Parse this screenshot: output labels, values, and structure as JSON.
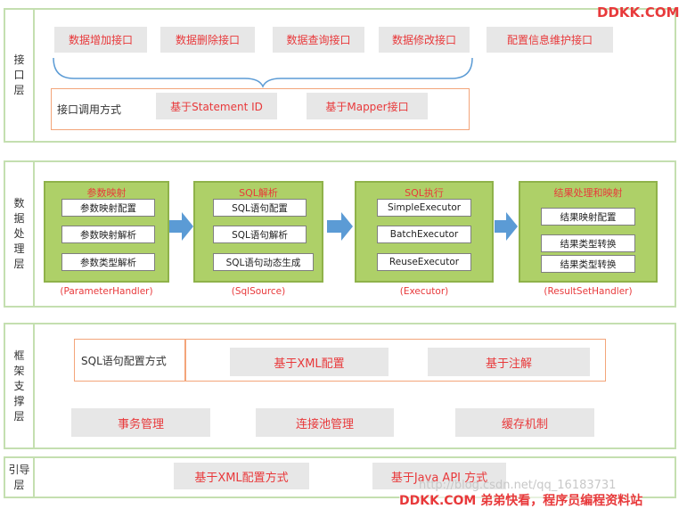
{
  "watermark": {
    "top": "DDKK.COM",
    "bottom": "DDKK.COM 弟弟快看，程序员编程资料站",
    "faint": "http://blog.csdn.net/qq_16183731"
  },
  "interface_layer": {
    "label": [
      "接",
      "口",
      "层"
    ],
    "apis": [
      "数据增加接口",
      "数据删除接口",
      "数据查询接口",
      "数据修改接口",
      "配置信息维护接口"
    ],
    "call_mode_label": "接口调用方式",
    "call_modes": [
      "基于Statement ID",
      "基于Mapper接口"
    ]
  },
  "data_layer": {
    "label": [
      "数",
      "据",
      "处",
      "理",
      "层"
    ],
    "modules": [
      {
        "title": "参数映射",
        "items": [
          "参数映射配置",
          "参数映射解析",
          "参数类型解析"
        ],
        "handler": "(ParameterHandler)"
      },
      {
        "title": "SQL解析",
        "items": [
          "SQL语句配置",
          "SQL语句解析",
          "SQL语句动态生成"
        ],
        "handler": "(SqlSource)"
      },
      {
        "title": "SQL执行",
        "items": [
          "SimpleExecutor",
          "BatchExecutor",
          "ReuseExecutor"
        ],
        "handler": "(Executor)"
      },
      {
        "title": "结果处理和映射",
        "items": [
          "结果映射配置",
          "结果类型转换",
          "结果类型转换"
        ],
        "handler": "(ResultSetHandler)"
      }
    ]
  },
  "framework_layer": {
    "label": [
      "框",
      "架",
      "支",
      "撑",
      "层"
    ],
    "sql_config_label": "SQL语句配置方式",
    "sql_config_options": [
      "基于XML配置",
      "基于注解"
    ],
    "features": [
      "事务管理",
      "连接池管理",
      "缓存机制"
    ]
  },
  "boot_layer": {
    "label": [
      "引导",
      "层"
    ],
    "options": [
      "基于XML配置方式",
      "基于Java API 方式"
    ]
  },
  "colors": {
    "accent_red": "#e8393b",
    "layer_border": "#c4dfb0",
    "module_green": "#aed068",
    "arrow_blue": "#5b9bd5",
    "outline_orange": "#f3a57a"
  }
}
